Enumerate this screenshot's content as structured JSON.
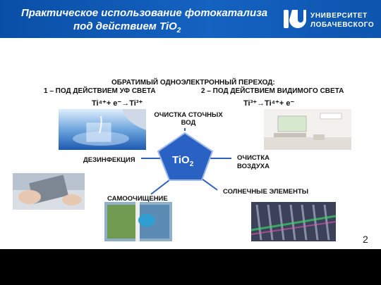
{
  "header": {
    "title_line1": "Практическое использование фотокатализа",
    "title_line2": "под действием TiO",
    "title_subscript": "2",
    "logo_line1": "УНИВЕРСИТЕТ",
    "logo_line2": "ЛОБАЧЕВСКОГО"
  },
  "content": {
    "heading": "ОБРАТИМЫЙ ОДНОЭЛЕКТРОННЫЙ ПЕРЕХОД:",
    "uv_label": "1 – ПОД ДЕЙСТВИЕМ УФ СВЕТА",
    "visible_label": "2 – ПОД ДЕЙСТВИЕМ ВИДИМОГО СВЕТА",
    "reaction1": "Ti⁴⁺+ e⁻→Ti³⁺",
    "reaction2": "Ti³⁺→Ti⁴⁺+ e⁻",
    "center_label": "TiO",
    "center_subscript": "2",
    "app_water_1": "ОЧИСТКА СТОЧНЫХ",
    "app_water_2": "ВОД",
    "app_air_1": "ОЧИСТКА",
    "app_air_2": "ВОЗДУХА",
    "app_disinfection": "ДЕЗИНФЕКЦИЯ",
    "app_selfcleaning": "САМООЧИЩЕНИЕ",
    "app_solar": "СОЛНЕЧНЫЕ ЭЛЕМЕНТЫ"
  },
  "page_number": "2",
  "colors": {
    "header_blue": "#1462c1",
    "pentagon_blue": "#2a62c4",
    "line_blue": "#2f5fbf"
  }
}
